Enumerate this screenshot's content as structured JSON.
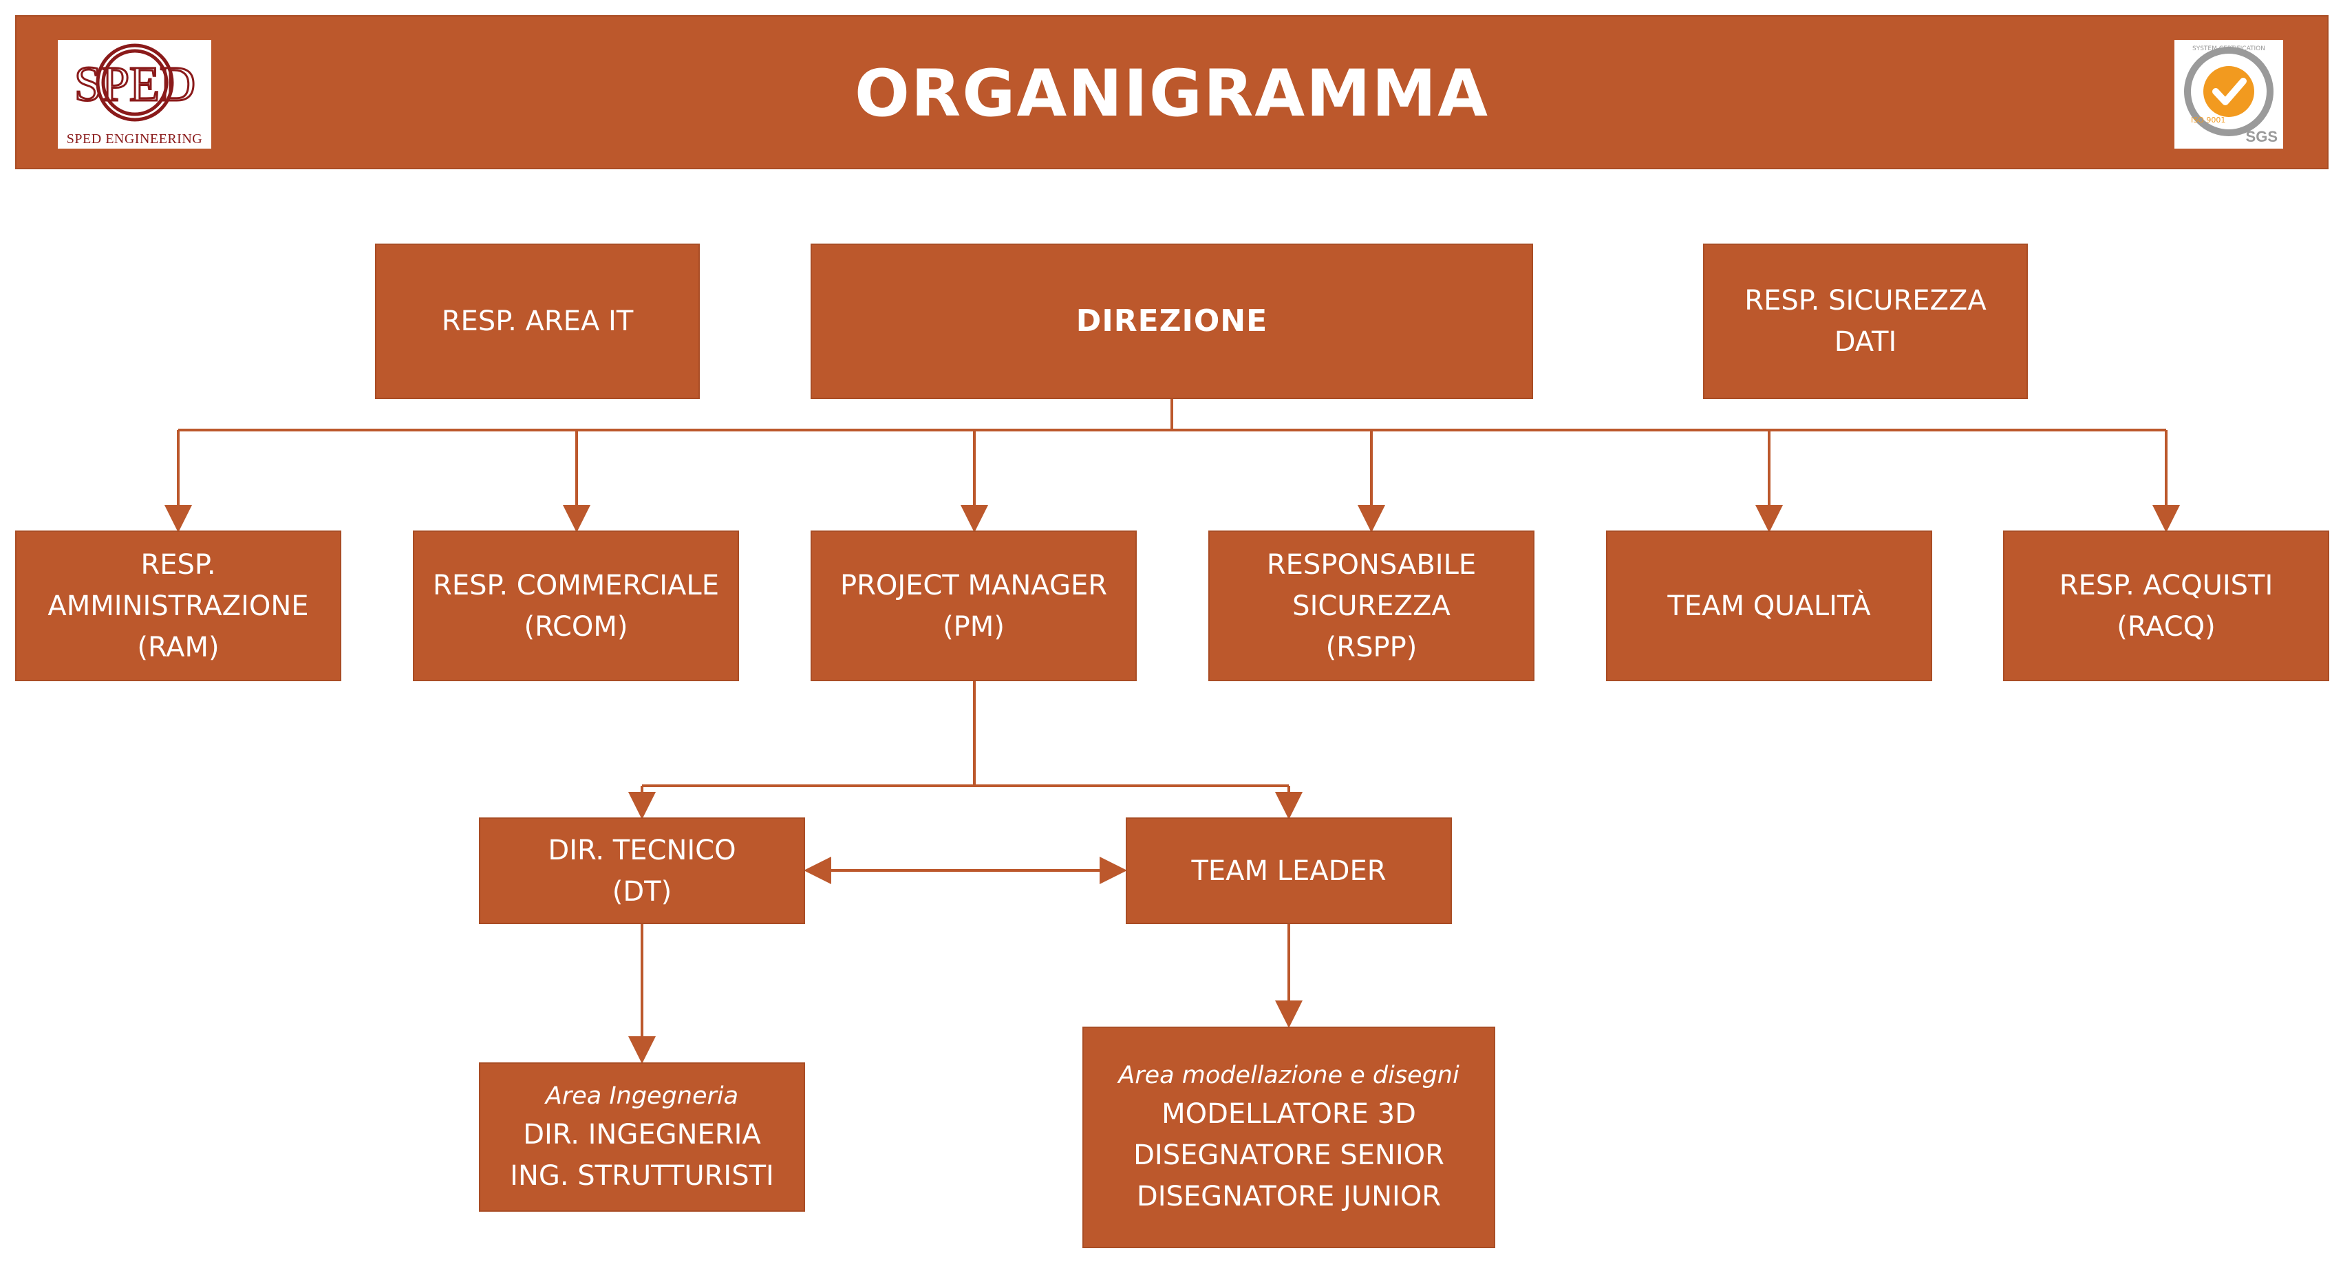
{
  "header": {
    "title": "ORGANIGRAMMA",
    "logo_left_text": "SPED ENGINEERING",
    "logo_left_mark": "SPED",
    "logo_right_ring": "SYSTEM CERTIFICATION",
    "logo_right_cert": "ISO 9001",
    "logo_right_text": "SGS"
  },
  "colors": {
    "box_fill": "#bc582c",
    "box_border": "#a94d25",
    "text": "#ffffff",
    "logo_red": "#8a1a1a",
    "check_orange": "#f29a1f"
  },
  "nodes": {
    "resp_area_it": {
      "line1": "RESP. AREA IT"
    },
    "direzione": {
      "line1": "DIREZIONE"
    },
    "resp_sicurezza_dati": {
      "line1": "RESP. SICUREZZA",
      "line2": "DATI"
    },
    "ram": {
      "line1": "RESP.",
      "line2": "AMMINISTRAZIONE",
      "line3": "(RAM)"
    },
    "rcom": {
      "line1": "RESP. COMMERCIALE",
      "line2": "(RCOM)"
    },
    "pm": {
      "line1": "PROJECT MANAGER",
      "line2": "(PM)"
    },
    "rspp": {
      "line1": "RESPONSABILE",
      "line2": "SICUREZZA",
      "line3": "(RSPP)"
    },
    "team_qualita": {
      "line1": "TEAM QUALITÀ"
    },
    "racq": {
      "line1": "RESP. ACQUISTI",
      "line2": "(RACQ)"
    },
    "dt": {
      "line1": "DIR. TECNICO",
      "line2": "(DT)"
    },
    "team_leader": {
      "line1": "TEAM LEADER"
    },
    "area_ingegneria": {
      "area": "Area Ingegneria",
      "line1": "DIR. INGEGNERIA",
      "line2": "ING. STRUTTURISTI"
    },
    "area_modellazione": {
      "area": "Area modellazione e disegni",
      "line1": "MODELLATORE 3D",
      "line2": "DISEGNATORE SENIOR",
      "line3": "DISEGNATORE JUNIOR"
    }
  },
  "edges": [
    {
      "from": "DIREZIONE",
      "to": "RESP. AMMINISTRAZIONE (RAM)"
    },
    {
      "from": "DIREZIONE",
      "to": "RESP. COMMERCIALE (RCOM)"
    },
    {
      "from": "DIREZIONE",
      "to": "PROJECT MANAGER (PM)"
    },
    {
      "from": "DIREZIONE",
      "to": "RESPONSABILE SICUREZZA (RSPP)"
    },
    {
      "from": "DIREZIONE",
      "to": "TEAM QUALITÀ"
    },
    {
      "from": "DIREZIONE",
      "to": "RESP. ACQUISTI (RACQ)"
    },
    {
      "from": "PROJECT MANAGER (PM)",
      "to": "DIR. TECNICO (DT)"
    },
    {
      "from": "PROJECT MANAGER (PM)",
      "to": "TEAM LEADER"
    },
    {
      "from": "DIR. TECNICO (DT)",
      "to": "TEAM LEADER",
      "bidirectional": true
    },
    {
      "from": "DIR. TECNICO (DT)",
      "to": "Area Ingegneria"
    },
    {
      "from": "TEAM LEADER",
      "to": "Area modellazione e disegni"
    }
  ]
}
